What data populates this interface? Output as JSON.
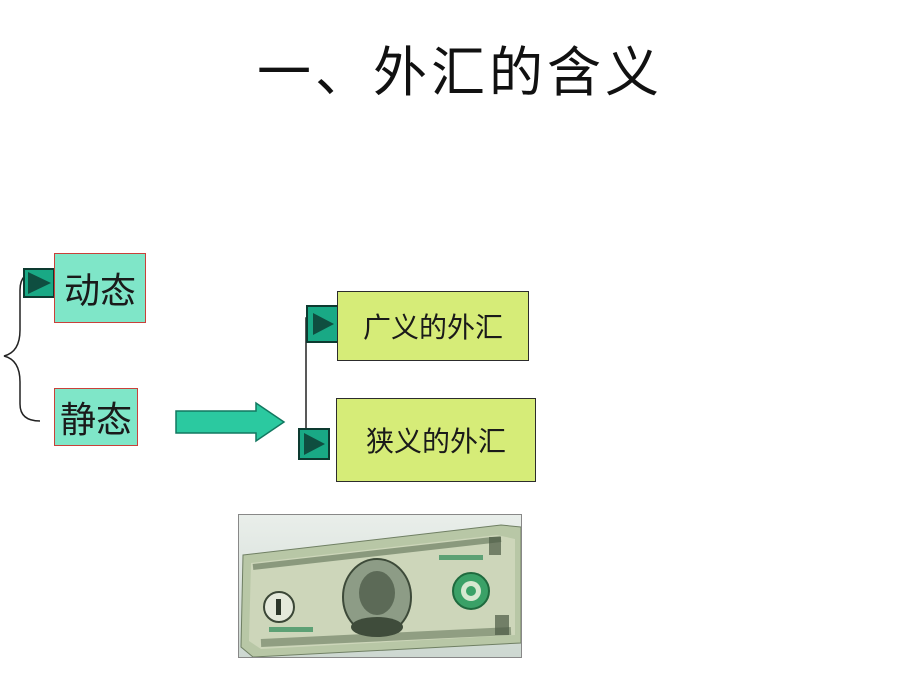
{
  "title": "一、外汇的含义",
  "concepts": {
    "dynamic": "动态",
    "static": "静态"
  },
  "types": {
    "broad": "广义的外汇",
    "narrow": "狭义的外汇"
  },
  "image": {
    "subject": "dollar-bill"
  },
  "colors": {
    "teal_box": "#7fe6c8",
    "lime_box": "#d6ec78",
    "marker": "#19a985",
    "arrow": "#2bc9a0"
  }
}
